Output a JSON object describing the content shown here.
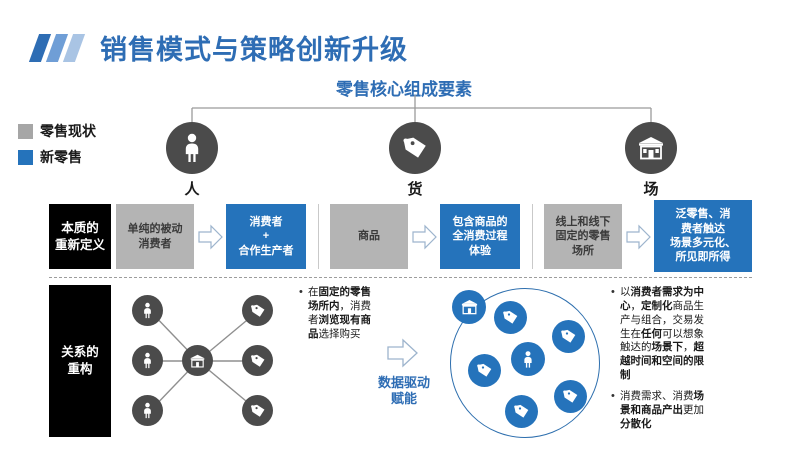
{
  "colors": {
    "brand_blue": "#2573bb",
    "title_blue": "#2e6db4",
    "gray_dark": "#4b4b4b",
    "gray_box": "#b4b4b4",
    "black": "#000000"
  },
  "header": {
    "title": "销售模式与策略创新升级",
    "subtitle": "零售核心组成要素"
  },
  "legend": {
    "items": [
      {
        "label": "零售现状",
        "color": "#a6a6a6"
      },
      {
        "label": "新零售",
        "color": "#2573bb"
      }
    ]
  },
  "pillars": [
    {
      "icon": "person-icon",
      "caption": "人"
    },
    {
      "icon": "price-tag-icon",
      "caption": "货"
    },
    {
      "icon": "store-icon",
      "caption": "场"
    }
  ],
  "rows": [
    {
      "label": "本质的\n重新定义",
      "label_lines": [
        "本质的",
        "重新定义"
      ],
      "groups": [
        {
          "current": [
            "单纯的被动",
            "消费者"
          ],
          "future": [
            "消费者",
            "+",
            "合作生产者"
          ]
        },
        {
          "current": [
            "商品"
          ],
          "future": [
            "包含商品的",
            "全消费过程",
            "体验"
          ]
        },
        {
          "current": [
            "线上和线下",
            "固定的零售",
            "场所"
          ],
          "future": [
            "泛零售、消",
            "费者触达",
            "场景多元化、",
            "所见即所得"
          ]
        }
      ]
    },
    {
      "label_lines": [
        "关系的",
        "重构"
      ],
      "left_bullet_parts": [
        {
          "text": "在",
          "bold": false
        },
        {
          "text": "固定的零售场所内",
          "bold": true
        },
        {
          "text": "，消费者",
          "bold": false
        },
        {
          "text": "浏览现有商品",
          "bold": true
        },
        {
          "text": "选择购买",
          "bold": false
        }
      ],
      "center_label_lines": [
        "数据驱动",
        "赋能"
      ],
      "right_bullets": [
        [
          {
            "text": "以",
            "bold": false
          },
          {
            "text": "消费者需求为中心",
            "bold": true
          },
          {
            "text": "，",
            "bold": false
          },
          {
            "text": "定制化",
            "bold": true
          },
          {
            "text": "商品生产与组合，交易发生在",
            "bold": false
          },
          {
            "text": "任何",
            "bold": true
          },
          {
            "text": "可以想象触达的",
            "bold": false
          },
          {
            "text": "场景下",
            "bold": true
          },
          {
            "text": "，",
            "bold": false
          },
          {
            "text": "超越时间和空间的限制",
            "bold": true
          }
        ],
        [
          {
            "text": "消费需求、消费",
            "bold": false
          },
          {
            "text": "场景和商品产出",
            "bold": true
          },
          {
            "text": "更加",
            "bold": false
          },
          {
            "text": "分散化",
            "bold": true
          }
        ]
      ]
    }
  ],
  "network": {
    "left_nodes": [
      "person-icon",
      "person-icon",
      "person-icon"
    ],
    "hub_node": "store-icon",
    "right_nodes": [
      "price-tag-icon",
      "price-tag-icon",
      "price-tag-icon"
    ]
  },
  "cluster": {
    "edge_node": "store-icon",
    "center_node": "person-icon",
    "tag_nodes": [
      "price-tag-icon",
      "price-tag-icon",
      "price-tag-icon",
      "price-tag-icon",
      "price-tag-icon"
    ]
  }
}
